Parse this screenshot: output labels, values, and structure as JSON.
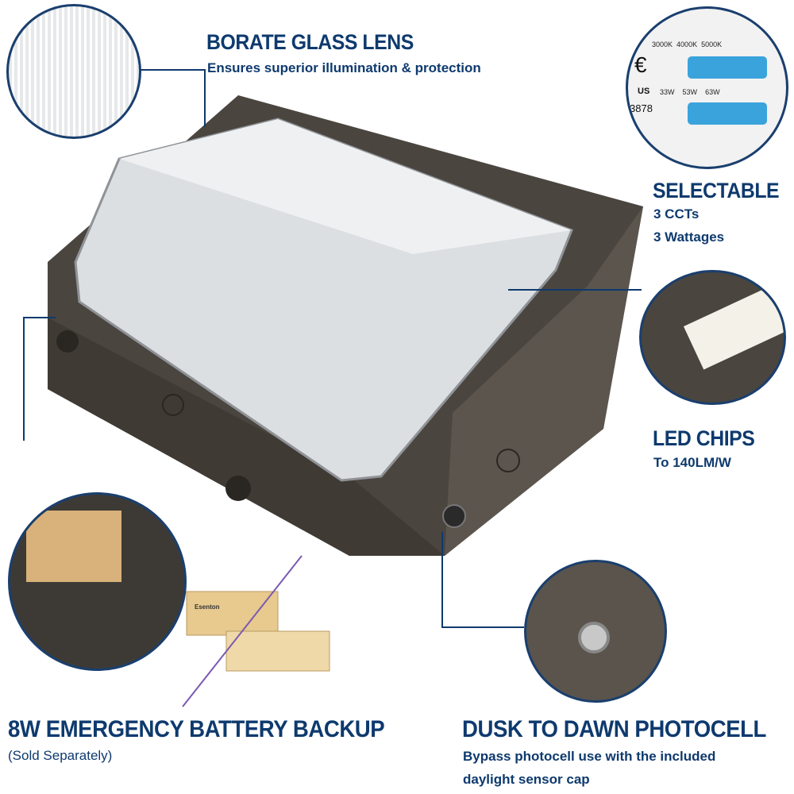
{
  "colors": {
    "heading": "#0e3a6e",
    "fixture": "#4a453f",
    "switch": "#3aa3dc"
  },
  "features": {
    "lens": {
      "title": "BORATE GLASS LENS",
      "subtitle": "Ensures superior illumination & protection"
    },
    "selectable": {
      "title": "SELECTABLE",
      "line1": "3 CCTs",
      "line2": "3 Wattages",
      "cct_labels": [
        "3000K",
        "4000K",
        "5000K"
      ],
      "watt_labels": [
        "33W",
        "53W",
        "63W"
      ],
      "cert_number": "3878",
      "cert_mark": "US"
    },
    "led": {
      "title": "LED CHIPS",
      "subtitle": "To 140LM/W"
    },
    "battery": {
      "title": "8W EMERGENCY BATTERY BACKUP",
      "subtitle": "(Sold Separately)",
      "brand": "Esenton"
    },
    "photocell": {
      "title": "DUSK TO DAWN PHOTOCELL",
      "line1": "Bypass photocell use with the included",
      "line2": "daylight sensor cap"
    }
  }
}
